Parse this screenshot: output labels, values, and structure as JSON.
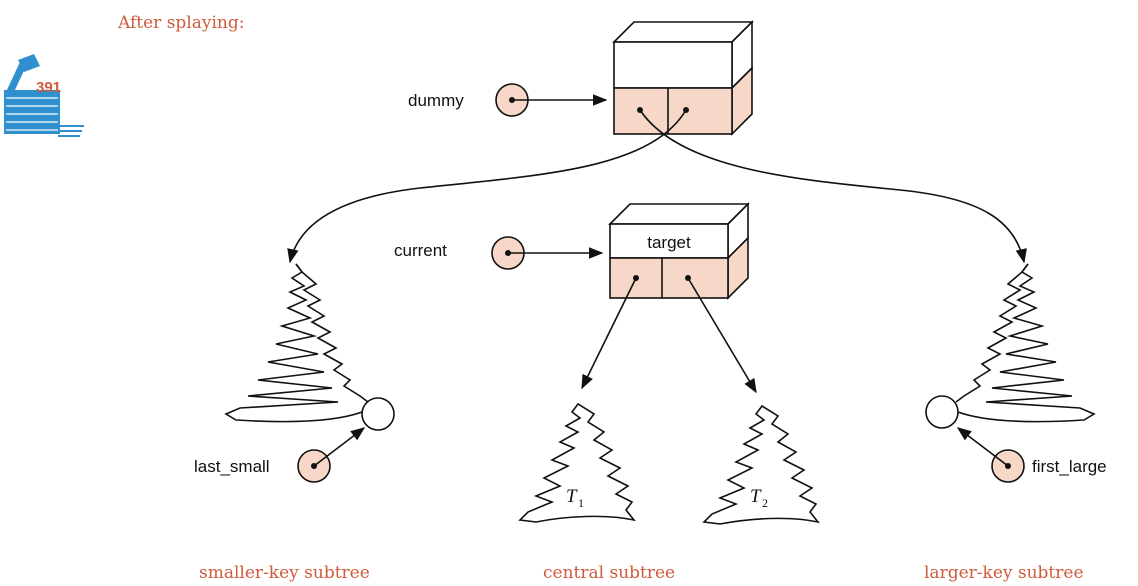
{
  "heading": "After splaying:",
  "page_marker": {
    "number": "391",
    "icon": "lamp-icon"
  },
  "pointers": {
    "dummy": "dummy",
    "current": "current",
    "last_small": "last_small",
    "first_large": "first_large"
  },
  "target_node": {
    "label": "target"
  },
  "central_trees": {
    "t1": {
      "letter": "T",
      "sub": "1"
    },
    "t2": {
      "letter": "T",
      "sub": "2"
    }
  },
  "captions": {
    "smaller": "smaller-key subtree",
    "central": "central subtree",
    "larger": "larger-key subtree"
  },
  "colors": {
    "accent": "#cf5a3c",
    "node_fill": "#f6d7c8",
    "icon_blue": "#2f8fcf"
  }
}
